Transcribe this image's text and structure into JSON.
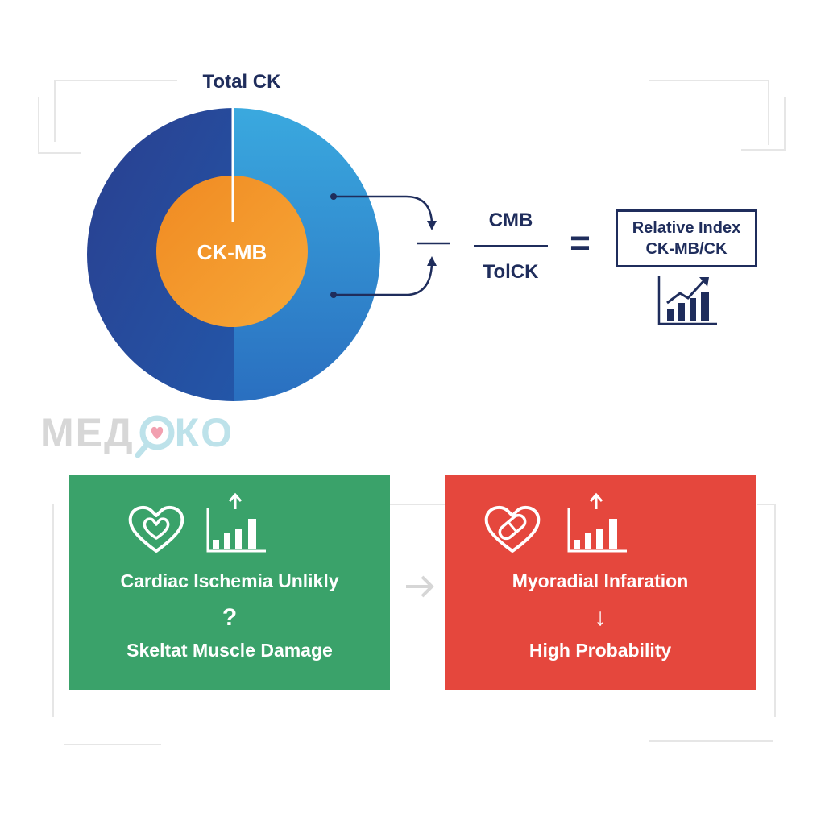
{
  "title": "Total CK",
  "inner_label": "CK-MB",
  "fraction": {
    "numerator": "CMB",
    "denominator": "TolCK",
    "equals": "="
  },
  "index_box": {
    "line1": "Relative Index",
    "line2": "CK-MB/CK"
  },
  "watermark": {
    "part1": "МЕД",
    "part2": "КО"
  },
  "cards": [
    {
      "line1": "Cardiac Ischemia Unlikly",
      "symbol": "?",
      "line2": "Skeltat Muscle Damage",
      "color": "#3aa26a"
    },
    {
      "line1": "Myoradial Infaration",
      "symbol": "↓",
      "line2": "High Probability",
      "color": "#e5473d"
    }
  ],
  "colors": {
    "outer_ring_dark": "#233a8a",
    "outer_ring_light": "#37a2dc",
    "inner_circle": "#f29a2a",
    "ink": "#1f2d5c"
  }
}
